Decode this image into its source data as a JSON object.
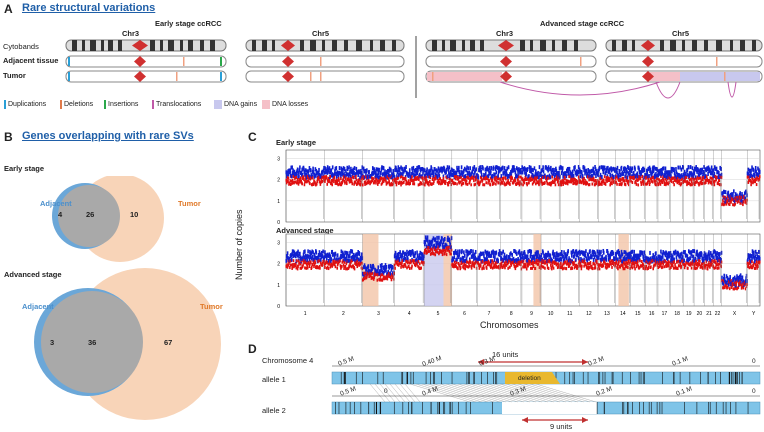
{
  "panelA": {
    "letter": "A",
    "title": "Rare structural variations",
    "early_title": "Early stage ccRCC",
    "advanced_title": "Advanced stage ccRCC",
    "chr3": "Chr3",
    "chr5": "Chr5",
    "rows": [
      "Cytobands",
      "Adjacent tissue",
      "Tumor"
    ],
    "legend": [
      {
        "label": "Duplications",
        "color": "#2a9fd6"
      },
      {
        "label": "Deletions",
        "color": "#e07a4a"
      },
      {
        "label": "Insertions",
        "color": "#2aa84a"
      },
      {
        "label": "Translocations",
        "color": "#c05aa8"
      },
      {
        "label": "DNA gains",
        "color": "#c8c8ee"
      },
      {
        "label": "DNA losses",
        "color": "#f5c0c8"
      }
    ]
  },
  "panelB": {
    "letter": "B",
    "title": "Genes overlapping with rare SVs",
    "early": {
      "stage": "Early stage",
      "adjacent": "Adjacent",
      "tumor": "Tumor",
      "left": "4",
      "mid": "26",
      "right": "10"
    },
    "advanced": {
      "stage": "Advanced stage",
      "adjacent": "Adjacent",
      "tumor": "Tumor",
      "left": "3",
      "mid": "36",
      "right": "67"
    },
    "colors": {
      "adjacent": "#6ba7d8",
      "tumor": "#f8d4b8",
      "overlap": "#a9a9a9"
    }
  },
  "panelC": {
    "letter": "C",
    "early": "Early stage",
    "advanced": "Advanced stage",
    "ylabel": "Number of copies",
    "xlabel": "Chromosomes",
    "yticks": [
      "0",
      "1",
      "2",
      "3"
    ],
    "chromosomes": [
      "1",
      "2",
      "3",
      "4",
      "5",
      "6",
      "7",
      "8",
      "9",
      "10",
      "11",
      "12",
      "13",
      "14",
      "15",
      "16",
      "17",
      "18",
      "19",
      "20",
      "21",
      "22",
      "X",
      "Y"
    ]
  },
  "panelD": {
    "letter": "D",
    "chromosome_label": "Chromosome",
    "chromosome_number": "4",
    "allele1": "allele 1",
    "allele2": "allele 2",
    "top_ticks": [
      "0.5 M",
      "0.40 M",
      "0.3 M",
      "0.2 M",
      "0.1 M",
      "0"
    ],
    "bottom_ticks": [
      "0.5 M",
      "0",
      "0.4 M",
      "0.3 M",
      "0.2 M",
      "0.1 M",
      "0"
    ],
    "units_top": "16 units",
    "units_bottom": "9 units",
    "deletion": "deletion",
    "bar_color": "#7fc4e8"
  }
}
